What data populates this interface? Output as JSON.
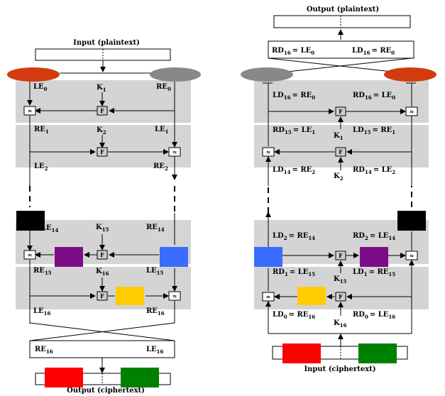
{
  "colors": {
    "band": "#d4d4d4",
    "red": "#ff0000",
    "green": "#008000",
    "black": "#000000",
    "purple": "#7b0d86",
    "blue": "#3a6cff",
    "yellow": "#ffcc00",
    "ellipse_red": "#d23b10",
    "ellipse_gray": "#888888"
  },
  "left": {
    "title_top": "Input (plaintext)",
    "title_bottom": "Output (ciphertext)",
    "le0": "LE",
    "le0_sub": "0",
    "re0": "RE",
    "re0_sub": "0",
    "k1": "K",
    "k1_sub": "1",
    "re1": "RE",
    "re1_sub": "1",
    "le1": "LE",
    "le1_sub": "1",
    "k2": "K",
    "k2_sub": "2",
    "le2": "LE",
    "le2_sub": "2",
    "re2": "RE",
    "re2_sub": "2",
    "le14": "LE",
    "le14_sub": "14",
    "k15": "K",
    "k15_sub": "15",
    "re14": "RE",
    "re14_sub": "14",
    "re15": "RE",
    "re15_sub": "15",
    "le15": "LE",
    "le15_sub": "15",
    "k16": "K",
    "k16_sub": "16",
    "le16": "LE",
    "le16_sub": "16",
    "re16": "RE",
    "re16_sub": "16",
    "out_re16": "RE",
    "out_re16_sub": "16",
    "out_le16": "LE",
    "out_le16_sub": "16",
    "f": "F",
    "xor": "≈"
  },
  "right": {
    "title_top": "Output (plaintext)",
    "title_bottom": "Input (ciphertext)",
    "rd16_a": "RD",
    "rd16_a_sub": "16",
    "rd16_eq": "= LE",
    "rd16_eq_sub": "0",
    "ld16_a": "LD",
    "ld16_a_sub": "16",
    "ld16_eq": "= RE",
    "ld16_eq_sub": "0",
    "ld16_b": "LD",
    "ld16_b_sub": "16",
    "ld16_b_eq": "= RE",
    "ld16_b_eq_sub": "0",
    "rd16_b": "RD",
    "rd16_b_sub": "16",
    "rd16_b_eq": "= LE",
    "rd16_b_eq_sub": "0",
    "ld15": "RD",
    "ld15_sub": "15",
    "ld15_eq": "= LE",
    "ld15_eq_sub": "1",
    "rd15": "LD",
    "rd15_sub": "15",
    "rd15_eq": "= RE",
    "rd15_eq_sub": "1",
    "k1": "K",
    "k1_sub": "1",
    "ld14": "LD",
    "ld14_sub": "14",
    "ld14_eq": "= RE",
    "ld14_eq_sub": "2",
    "rd14": "RD",
    "rd14_sub": "14",
    "rd14_eq": "= LE",
    "rd14_eq_sub": "2",
    "k2": "K",
    "k2_sub": "2",
    "ld2": "LD",
    "ld2_sub": "2",
    "ld2_eq": "= RE",
    "ld2_eq_sub": "14",
    "rd2": "RD",
    "rd2_sub": "2",
    "rd2_eq": "= LE",
    "rd2_eq_sub": "14",
    "rd1": "RD",
    "rd1_sub": "1",
    "rd1_eq": "= LE",
    "rd1_eq_sub": "15",
    "ld1": "LD",
    "ld1_sub": "1",
    "ld1_eq": "= RE",
    "ld1_eq_sub": "15",
    "k15": "K",
    "k15_sub": "15",
    "ld0": "LD",
    "ld0_sub": "0",
    "ld0_eq": "= RE",
    "ld0_eq_sub": "16",
    "rd0": "RD",
    "rd0_sub": "0",
    "rd0_eq": "= LE",
    "rd0_eq_sub": "16",
    "k16": "K",
    "k16_sub": "16",
    "f": "F",
    "xor": "≈"
  }
}
